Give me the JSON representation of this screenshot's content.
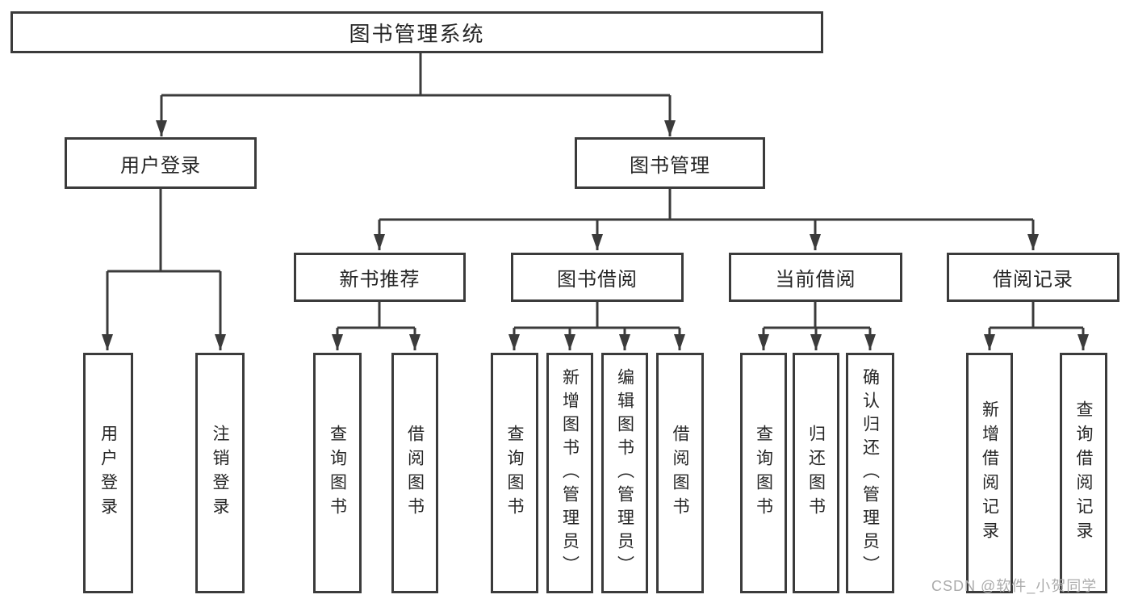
{
  "tree": {
    "label": "图书管理系统",
    "children": [
      {
        "label": "用户登录",
        "children": [
          {
            "label": "用户登录"
          },
          {
            "label": "注销登录"
          }
        ]
      },
      {
        "label": "图书管理",
        "children": [
          {
            "label": "新书推荐",
            "children": [
              {
                "label": "查询图书"
              },
              {
                "label": "借阅图书"
              }
            ]
          },
          {
            "label": "图书借阅",
            "children": [
              {
                "label": "查询图书"
              },
              {
                "label": "新增图书（管理员）"
              },
              {
                "label": "编辑图书（管理员）"
              },
              {
                "label": "借阅图书"
              }
            ]
          },
          {
            "label": "当前借阅",
            "children": [
              {
                "label": "查询图书"
              },
              {
                "label": "归还图书"
              },
              {
                "label": "确认归还（管理员）"
              }
            ]
          },
          {
            "label": "借阅记录",
            "children": [
              {
                "label": "新增借阅记录"
              },
              {
                "label": "查询借阅记录"
              }
            ]
          }
        ]
      }
    ]
  },
  "watermark": "CSDN @软件_小贺同学",
  "colors": {
    "line": "#3b3b3b",
    "text": "#262626",
    "watermark": "#ababab",
    "background": "#ffffff"
  }
}
